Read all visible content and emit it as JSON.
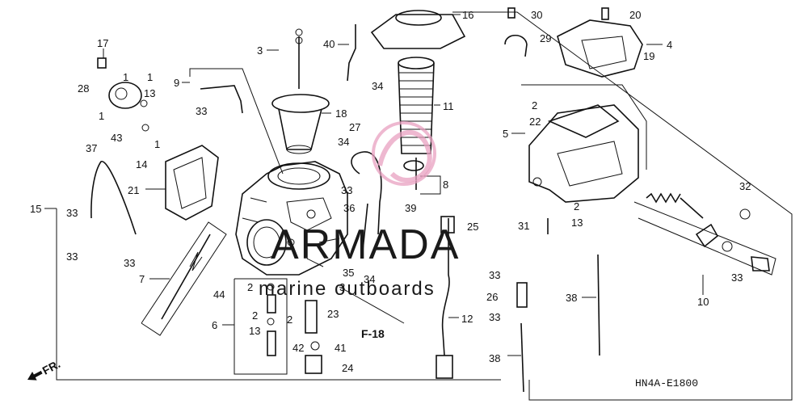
{
  "labels": [
    {
      "id": "l1",
      "text": "17"
    },
    {
      "id": "l2",
      "text": "1"
    },
    {
      "id": "l3",
      "text": "1"
    },
    {
      "id": "l4",
      "text": "28"
    },
    {
      "id": "l5",
      "text": "13"
    },
    {
      "id": "l6",
      "text": "1"
    },
    {
      "id": "l7",
      "text": "43"
    },
    {
      "id": "l8",
      "text": "1"
    },
    {
      "id": "l9",
      "text": "37"
    },
    {
      "id": "l10",
      "text": "14"
    },
    {
      "id": "l11",
      "text": "21"
    },
    {
      "id": "l12",
      "text": "15"
    },
    {
      "id": "l13",
      "text": "33"
    },
    {
      "id": "l14",
      "text": "33"
    },
    {
      "id": "l15",
      "text": "9"
    },
    {
      "id": "l16",
      "text": "33"
    },
    {
      "id": "l17",
      "text": "7"
    },
    {
      "id": "l18",
      "text": "44"
    },
    {
      "id": "l19",
      "text": "3"
    },
    {
      "id": "l20",
      "text": "40"
    },
    {
      "id": "l21",
      "text": "34"
    },
    {
      "id": "l22",
      "text": "18"
    },
    {
      "id": "l23",
      "text": "27"
    },
    {
      "id": "l24",
      "text": "34"
    },
    {
      "id": "l25",
      "text": "16"
    },
    {
      "id": "l26",
      "text": "11"
    },
    {
      "id": "l27",
      "text": "8"
    },
    {
      "id": "l28",
      "text": "33"
    },
    {
      "id": "l29",
      "text": "36"
    },
    {
      "id": "l30",
      "text": "39"
    },
    {
      "id": "l31",
      "text": "25"
    },
    {
      "id": "l32",
      "text": "30"
    },
    {
      "id": "l33",
      "text": "29"
    },
    {
      "id": "l34",
      "text": "20"
    },
    {
      "id": "l35",
      "text": "4"
    },
    {
      "id": "l36",
      "text": "19"
    },
    {
      "id": "l37",
      "text": "2"
    },
    {
      "id": "l38",
      "text": "22"
    },
    {
      "id": "l39",
      "text": "5"
    },
    {
      "id": "l40",
      "text": "2"
    },
    {
      "id": "l41",
      "text": "13"
    },
    {
      "id": "l42",
      "text": "31"
    },
    {
      "id": "l43",
      "text": "32"
    },
    {
      "id": "l44",
      "text": "33"
    },
    {
      "id": "l45",
      "text": "33"
    },
    {
      "id": "l46",
      "text": "10"
    },
    {
      "id": "l47",
      "text": "35"
    },
    {
      "id": "l48",
      "text": "34"
    },
    {
      "id": "l49",
      "text": "3"
    },
    {
      "id": "l50",
      "text": "2"
    },
    {
      "id": "l51",
      "text": "2"
    },
    {
      "id": "l52",
      "text": "2"
    },
    {
      "id": "l53",
      "text": "13"
    },
    {
      "id": "l54",
      "text": "6"
    },
    {
      "id": "l55",
      "text": "23"
    },
    {
      "id": "l56",
      "text": "42"
    },
    {
      "id": "l57",
      "text": "41"
    },
    {
      "id": "l58",
      "text": "24"
    },
    {
      "id": "l59",
      "text": "12"
    },
    {
      "id": "l60",
      "text": "33"
    },
    {
      "id": "l61",
      "text": "26"
    },
    {
      "id": "l62",
      "text": "33"
    },
    {
      "id": "l63",
      "text": "38"
    },
    {
      "id": "l64",
      "text": "38"
    }
  ],
  "reference_label": "F-18",
  "front_marker": "FR.",
  "diagram_code": "HN4A-E1800",
  "watermark": {
    "brand": "ARMADA",
    "tagline": "marine outboards",
    "color": "#e8a0c0"
  }
}
